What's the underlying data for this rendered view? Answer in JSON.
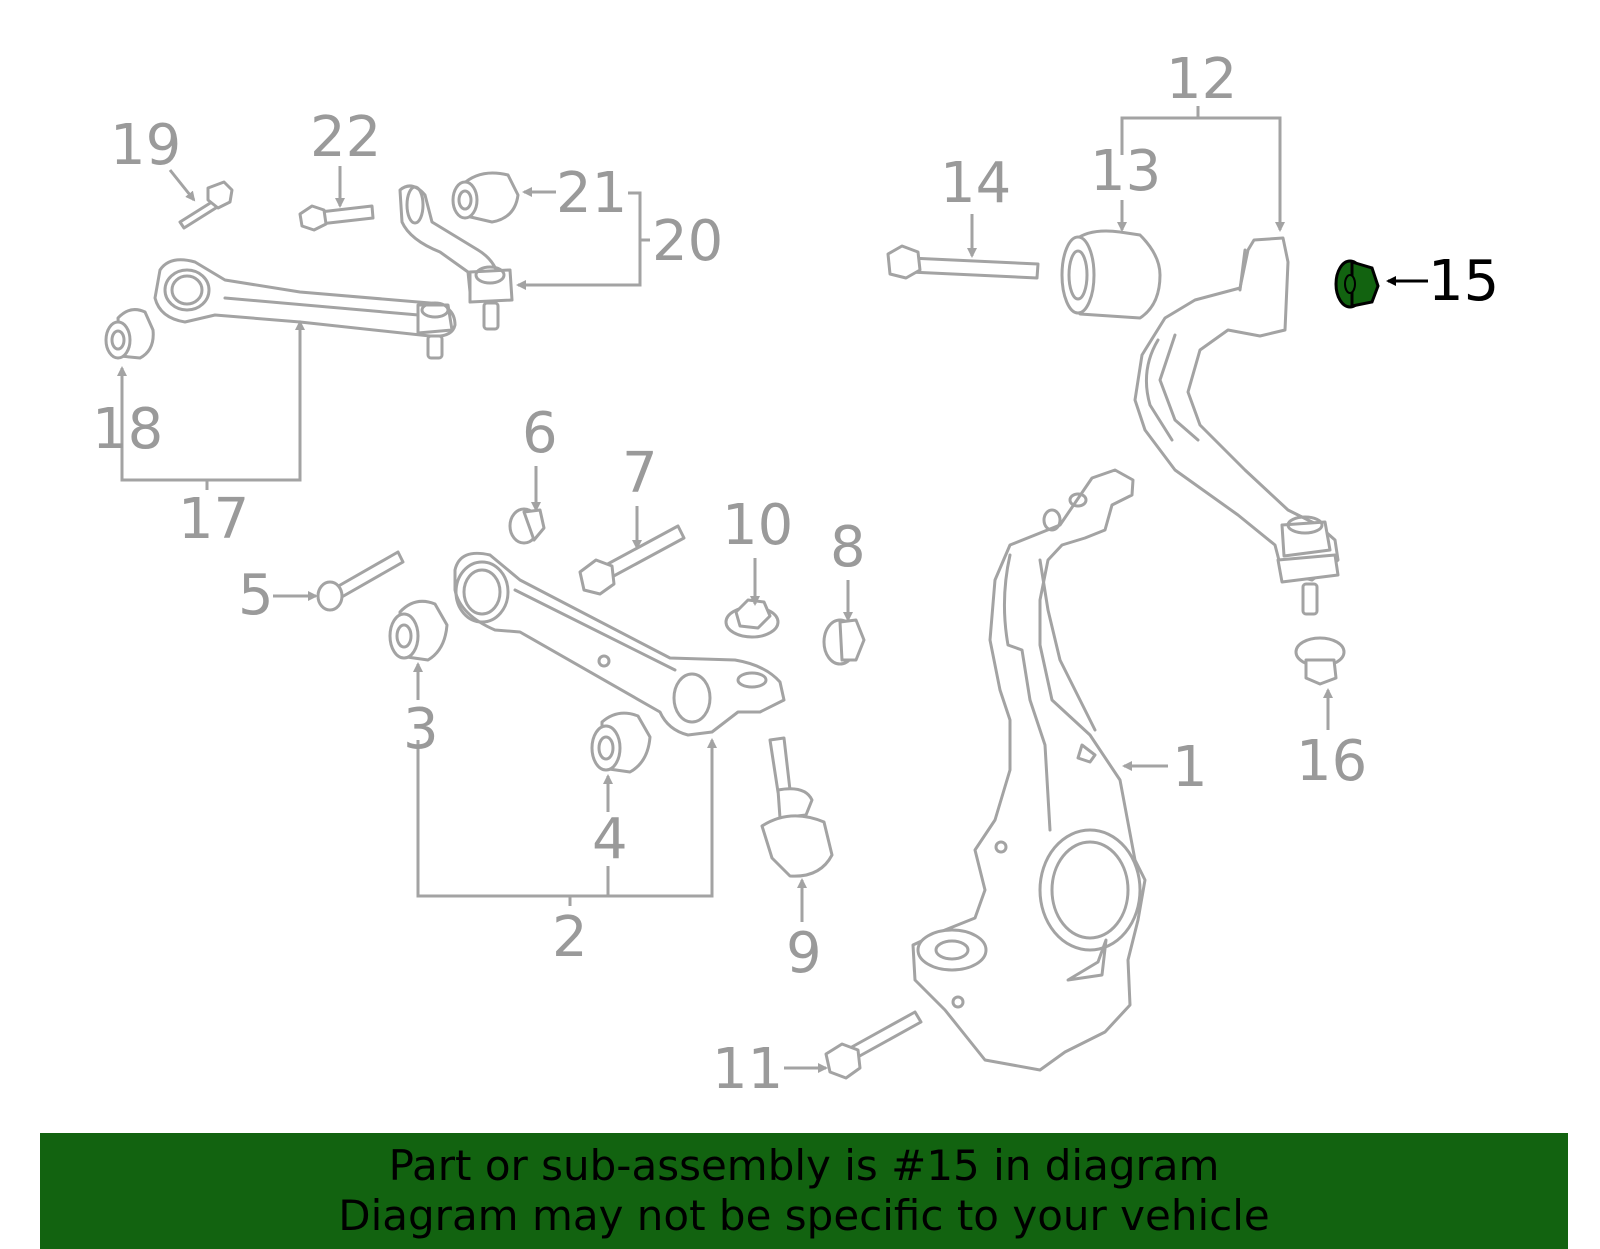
{
  "diagram": {
    "highlight_color": "#126310",
    "line_color": "#a3a3a3",
    "highlighted_part": "15",
    "callouts": {
      "c1": "1",
      "c2": "2",
      "c3": "3",
      "c4": "4",
      "c5": "5",
      "c6": "6",
      "c7": "7",
      "c8": "8",
      "c9": "9",
      "c10": "10",
      "c11": "11",
      "c12": "12",
      "c13": "13",
      "c14": "14",
      "c15": "15",
      "c16": "16",
      "c17": "17",
      "c18": "18",
      "c19": "19",
      "c20": "20",
      "c21": "21",
      "c22": "22"
    }
  },
  "banner": {
    "color": "#126310",
    "line1": "Part or sub-assembly is #15 in diagram",
    "line2": "Diagram may not be specific to your vehicle"
  }
}
